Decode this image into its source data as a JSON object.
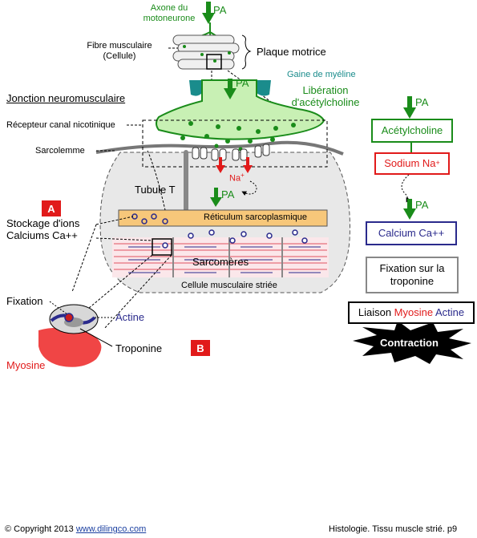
{
  "labels": {
    "axone": "Axone du motoneurone",
    "pa": "PA",
    "fibre": "Fibre musculaire (Cellule)",
    "plaque": "Plaque motrice",
    "gaine": "Gaine de myéline",
    "liberation": "Libération d'acétylcholine",
    "jonction": "Jonction neuromusculaire",
    "recepteur": "Récepteur canal nicotinique",
    "sarcolemme": "Sarcolemme",
    "na": "Na",
    "na_sup": "+",
    "tubule": "Tubule T",
    "reticulum": "Réticulum sarcoplasmique",
    "stockage": "Stockage d'ions Calciums  Ca++",
    "sarcomeres": "Sarcomères",
    "cellule": "Cellule musculaire striée",
    "fixation": "Fixation",
    "actine": "Actine",
    "troponine": "Troponine",
    "myosine": "Myosine",
    "badge_a": "A",
    "badge_b": "B"
  },
  "flow": {
    "pa1": "PA",
    "acetylcholine": "Acétylcholine",
    "sodium": "Sodium Na",
    "sodium_sup": "+",
    "pa2": "PA",
    "calcium": "Calcium  Ca++",
    "fixation": "Fixation sur la troponine",
    "liaison_pre": "Liaison ",
    "liaison_myosine": "Myosine",
    "liaison_actine": " Actine",
    "contraction": "Contraction"
  },
  "footer": {
    "copyright": "© Copyright 2013 ",
    "link": "www.dilingco.com",
    "caption": "Histologie. Tissu muscle strié. p9"
  },
  "colors": {
    "green": "#1a8c1a",
    "green_fill": "#c8f0b4",
    "red": "#e11a1a",
    "blue": "#2a2a8c",
    "teal": "#1a8c8c",
    "orange": "#f7c77a",
    "cell": "#e8e8e8"
  }
}
